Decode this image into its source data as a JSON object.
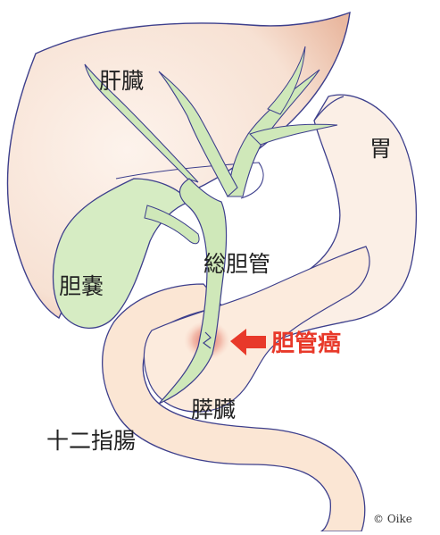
{
  "labels": {
    "liver": "肝臓",
    "stomach": "胃",
    "common_bile_duct": "総胆管",
    "gallbladder": "胆嚢",
    "bile_duct_cancer": "胆管癌",
    "pancreas": "膵臓",
    "duodenum": "十二指腸"
  },
  "copyright": "© Oike",
  "colors": {
    "outline": "#3d3f8c",
    "liver_fill": "#f7e1d3",
    "gallbladder_fill": "#d6ecc3",
    "duct_fill": "#cfe8b9",
    "duodenum_fill": "#fbe6d4",
    "tumor": "#e06a5a",
    "cancer_label": "#e8392a"
  }
}
